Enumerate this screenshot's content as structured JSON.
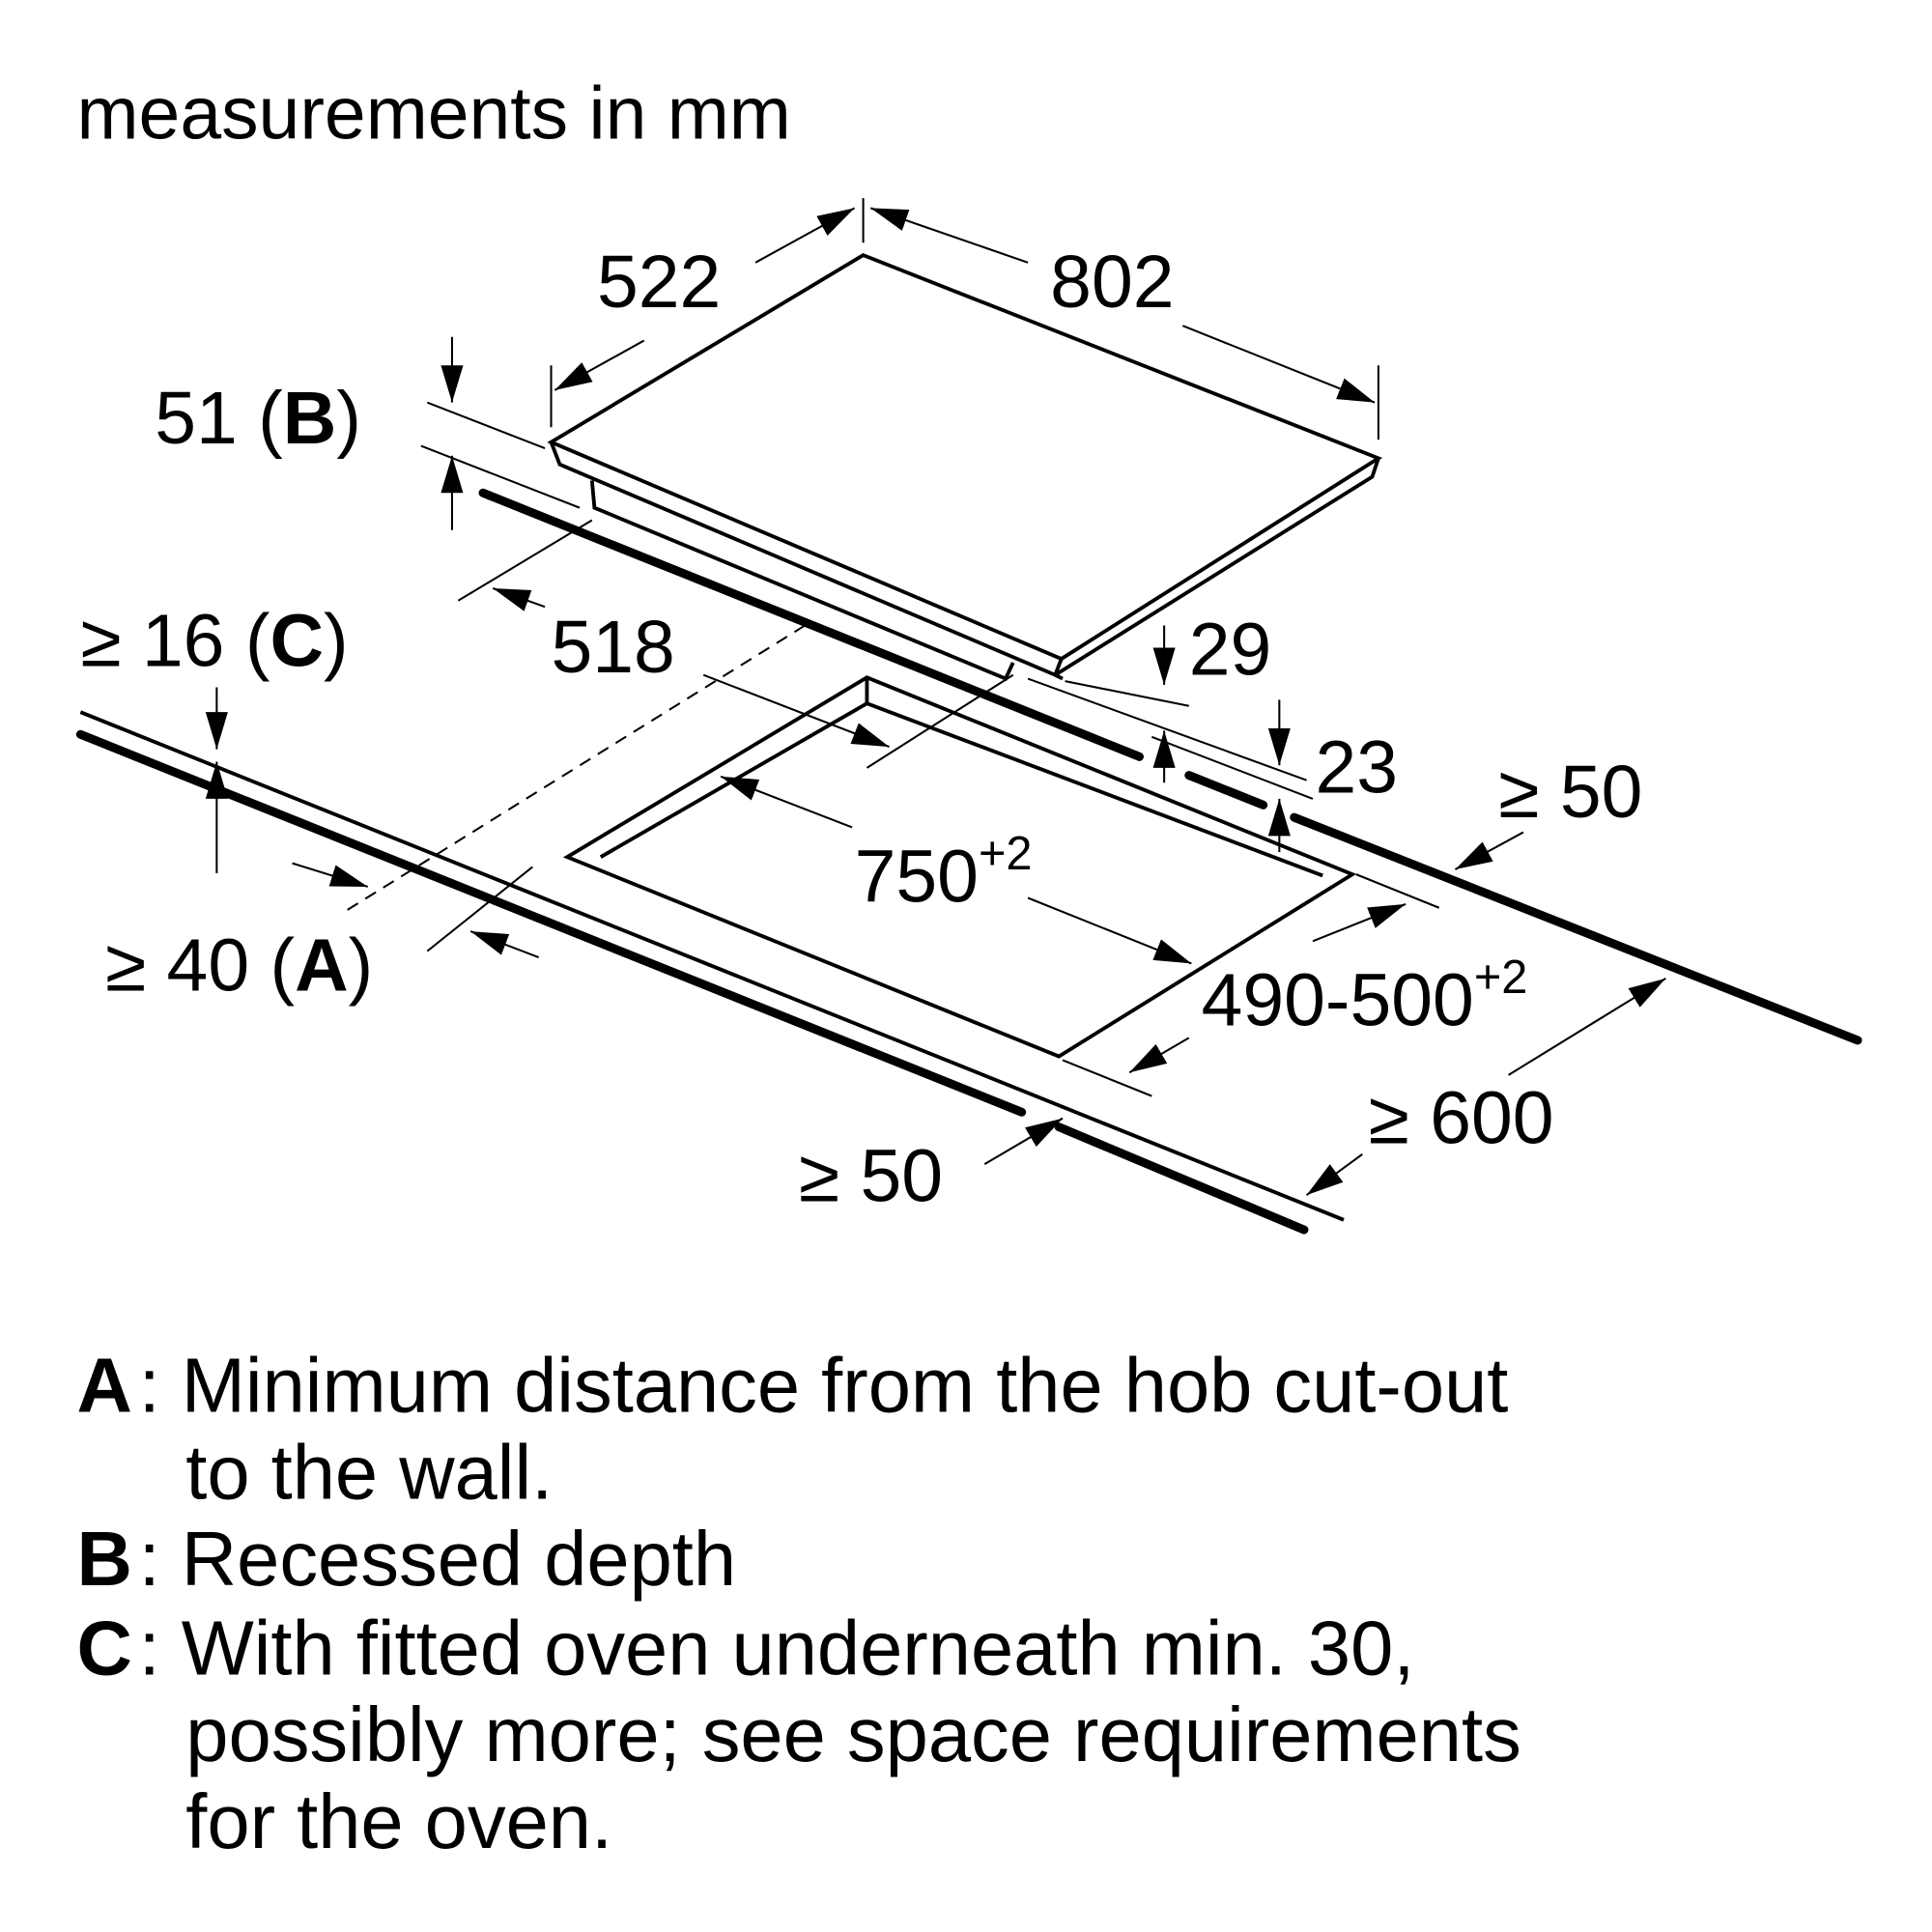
{
  "header": {
    "title": "measurements in mm"
  },
  "dimensions": {
    "hob_depth": "522",
    "hob_width": "802",
    "recessed_depth": "51 (",
    "recessed_depth_letter": "B",
    "recessed_close": ")",
    "worktop_min": "≥ 16 (",
    "worktop_min_letter": "C",
    "worktop_close": ")",
    "inner_depth": "518",
    "h29": "29",
    "h23": "23",
    "side_right": "≥ 50",
    "cutout_width": "750",
    "cutout_width_tol": "+2",
    "cutout_depth": "490-500",
    "cutout_depth_tol": "+2",
    "wall_min": "≥ 40 (",
    "wall_min_letter": "A",
    "wall_close": ")",
    "worktop_depth": "≥ 600",
    "front_min": "≥ 50"
  },
  "legend": [
    {
      "key": "A",
      "lines": [
        ": Minimum distance from the hob cut-out",
        "to the wall."
      ]
    },
    {
      "key": "B",
      "lines": [
        ": Recessed depth"
      ]
    },
    {
      "key": "C",
      "lines": [
        ": With fitted oven underneath min. 30,",
        "possibly more; see space requirements",
        "for the oven."
      ]
    }
  ]
}
